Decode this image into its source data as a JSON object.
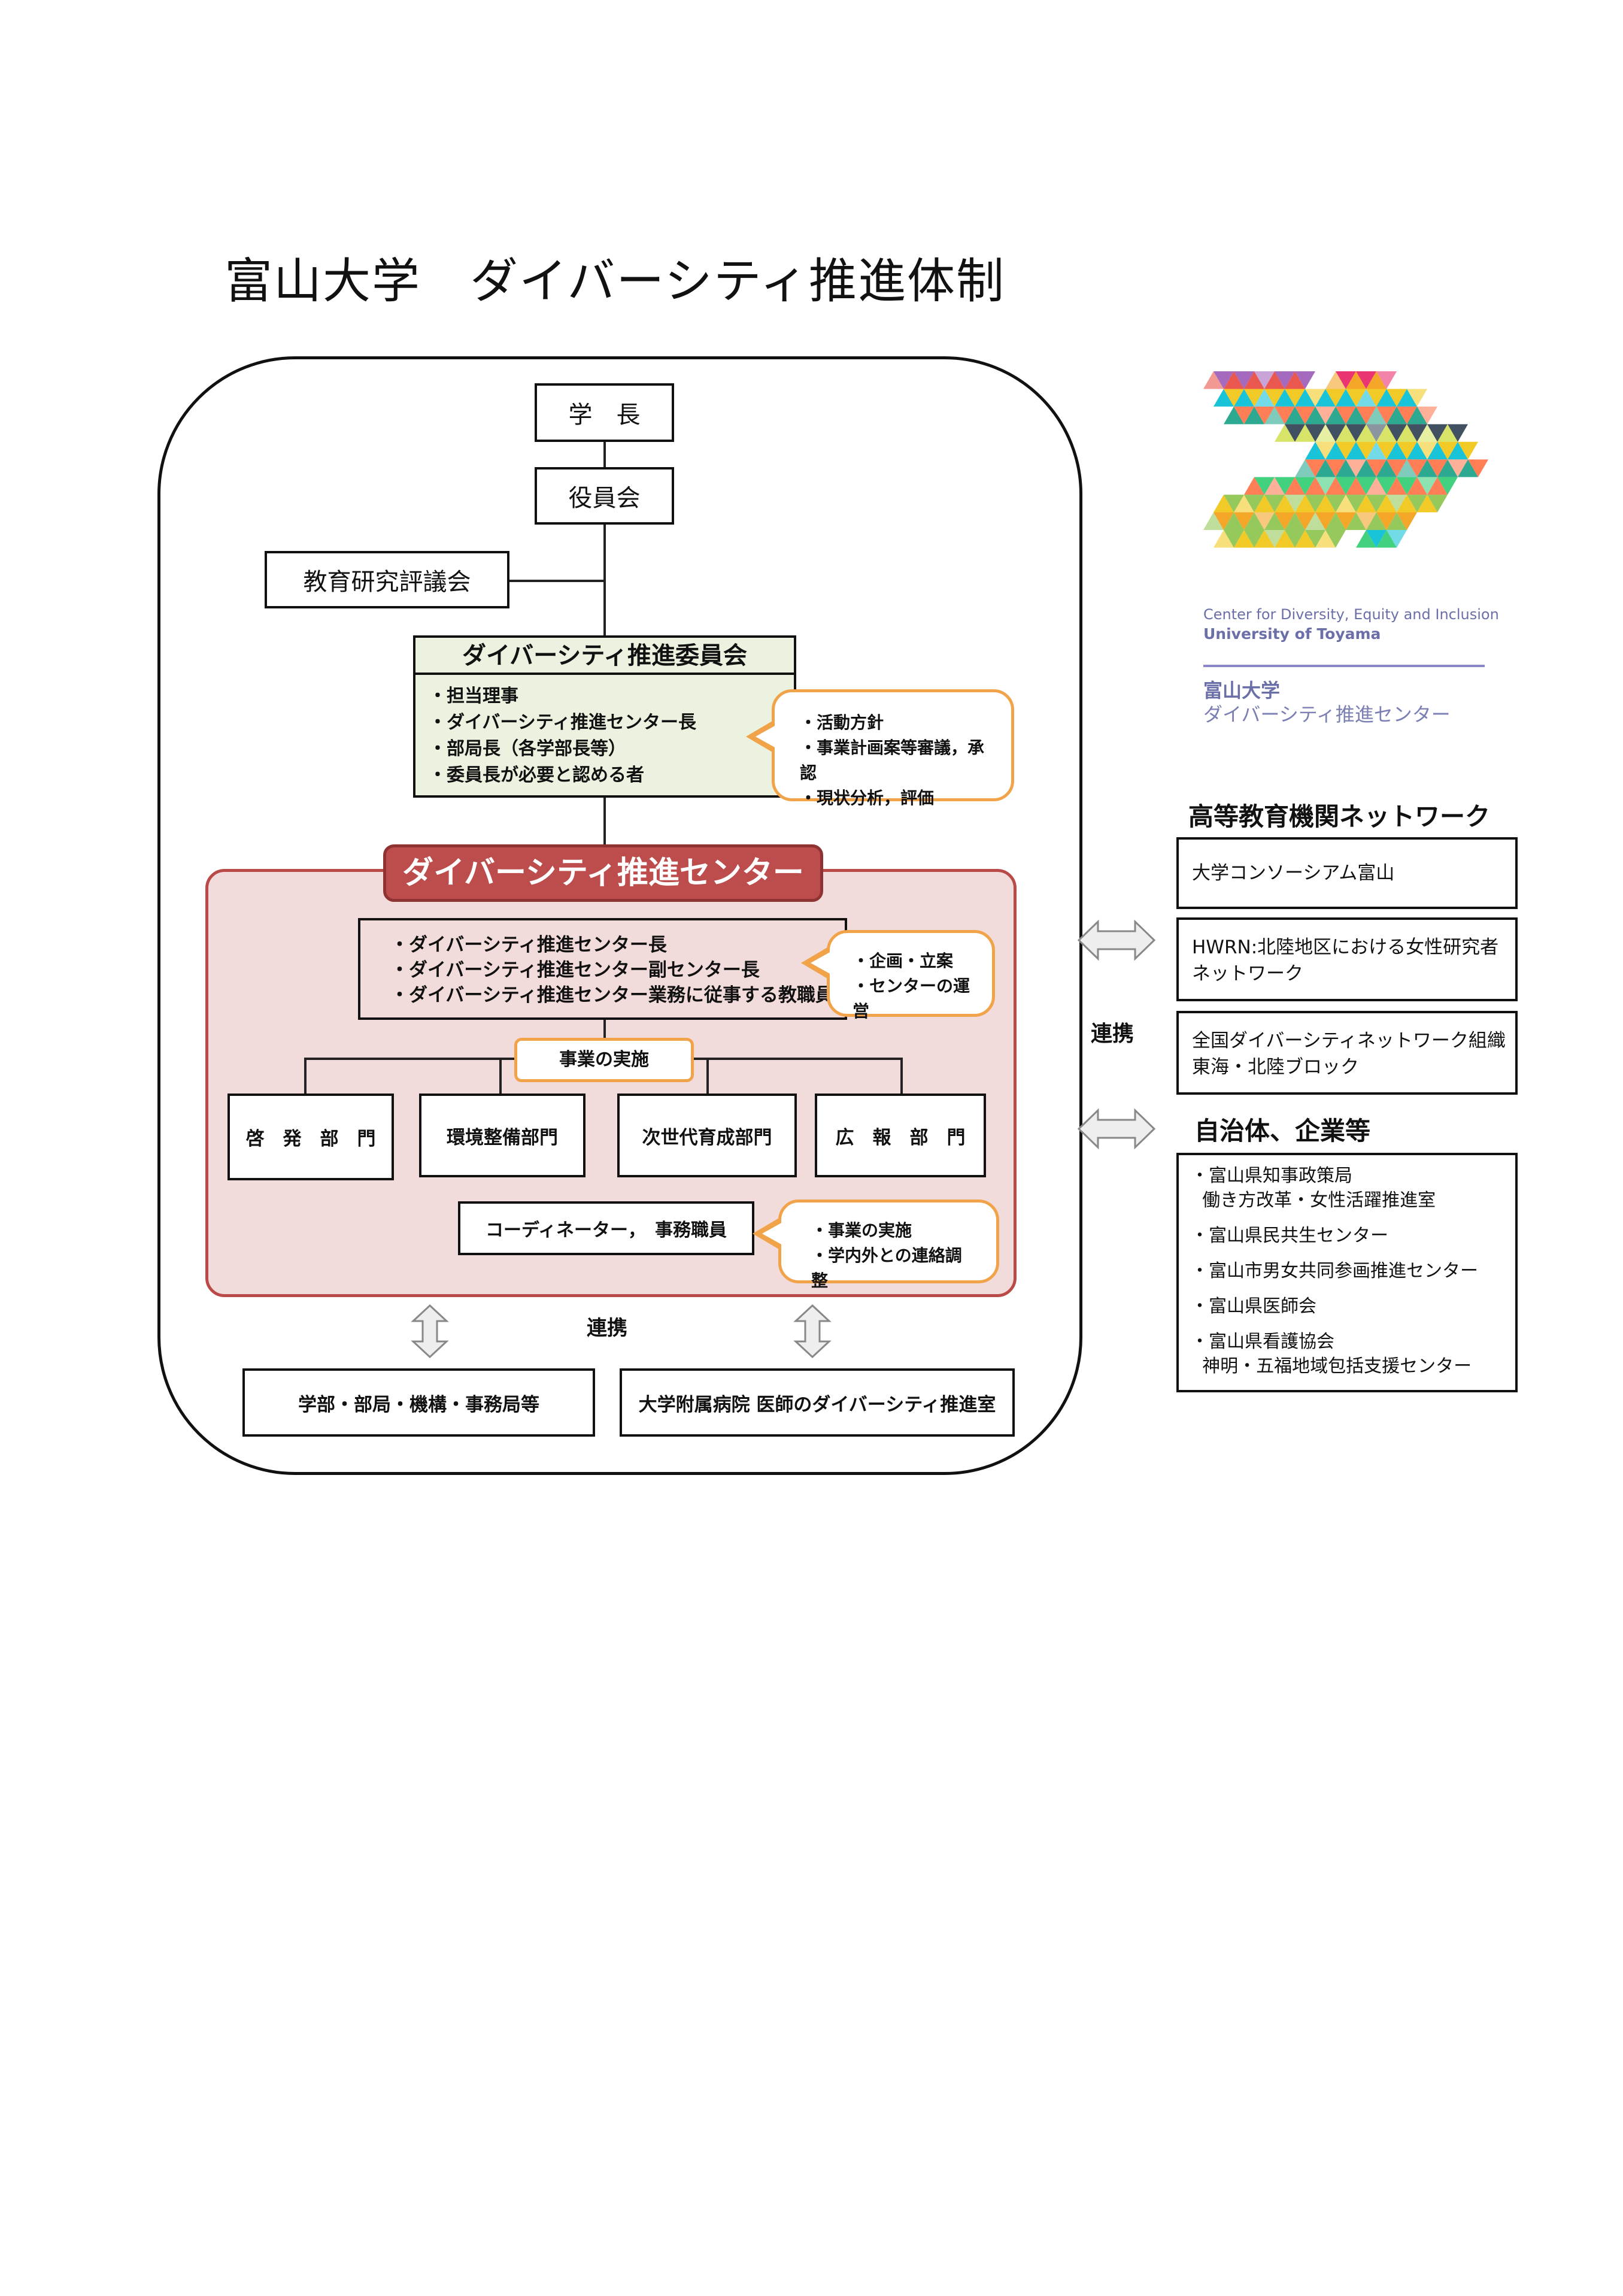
{
  "title": "富山大学　ダイバーシティ推進体制",
  "org": {
    "president": "学　長",
    "board": "役員会",
    "council": "教育研究評議会",
    "committee": {
      "name": "ダイバーシティ推進委員会",
      "members": [
        "・担当理事",
        "・ダイバーシティ推進センター長",
        "・部局長（各学部長等）",
        "・委員長が必要と認める者"
      ],
      "roles": [
        "・活動方針",
        "・事業計画案等審議，承認",
        "・現状分析，評価"
      ]
    },
    "center": {
      "name": "ダイバーシティ推進センター",
      "members": [
        "・ダイバーシティ推進センター長",
        "・ダイバーシティ推進センター副センター長",
        "・ダイバーシティ推進センター業務に従事する教職員"
      ],
      "roles": [
        "・企画・立案",
        "・センターの運営"
      ],
      "implementation": "事業の実施",
      "departments": [
        "啓　発　部　門",
        "環境整備部門",
        "次世代育成部門",
        "広　報　部　門"
      ],
      "staff": "コーディネーター，　事務職員",
      "staff_roles": [
        "・事業の実施",
        "・学内外との連絡調整"
      ]
    },
    "link_label": "連携",
    "internal_units": [
      "学部・部局・機構・事務局等",
      "大学附属病院 医師のダイバーシティ推進室"
    ]
  },
  "logo": {
    "line1": "Center for Diversity, Equity and Inclusion",
    "line2": "University of Toyama",
    "jp1": "富山大学",
    "jp2": "ダイバーシティ推進センター"
  },
  "network": {
    "higher_ed_heading": "高等教育機関ネットワーク",
    "higher_ed": [
      [
        "大学コンソーシアム富山"
      ],
      [
        "HWRN:北陸地区における女性研究者",
        "ネットワーク"
      ],
      [
        "全国ダイバーシティネットワーク組織",
        "東海・北陸ブロック"
      ]
    ],
    "link_label": "連携",
    "local_heading": "自治体、企業等",
    "local": [
      "・富山県知事政策局",
      "  働き方改革・女性活躍推進室",
      "・富山県民共生センター",
      "・富山市男女共同参画推進センター",
      "・富山県医師会",
      "・富山県看護協会",
      "  神明・五福地域包括支援センター"
    ]
  },
  "colors": {
    "committee_fill": "#ebf2df",
    "center_fill": "#f2dcdb",
    "center_border": "#b94a48",
    "center_label_fill": "#bd4c4c",
    "bubble_border": "#f1a34a",
    "accent_line": "#8a85c9"
  }
}
